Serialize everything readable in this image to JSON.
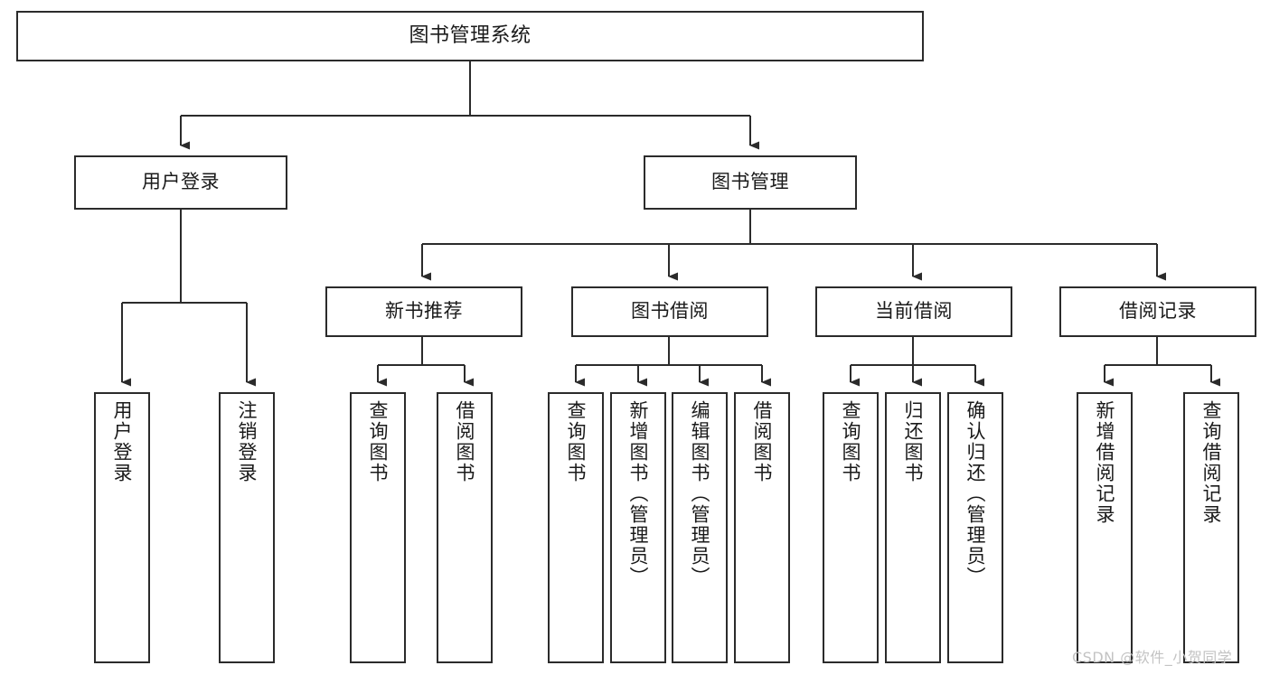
{
  "diagram": {
    "title": "图书管理系统",
    "type": "tree-hierarchy",
    "orientation": "top-down",
    "line_color": "#2b2b2b",
    "box_fill": "#ffffff",
    "text_color": "#1a1a1a"
  },
  "nodes": {
    "root": {
      "label": "图书管理系统"
    },
    "level2": [
      {
        "id": "user-login",
        "label": "用户登录"
      },
      {
        "id": "book-manage",
        "label": "图书管理"
      }
    ],
    "level3": [
      {
        "id": "new-book-rec",
        "label": "新书推荐"
      },
      {
        "id": "book-borrow",
        "label": "图书借阅"
      },
      {
        "id": "current-borrow",
        "label": "当前借阅"
      },
      {
        "id": "borrow-record",
        "label": "借阅记录"
      }
    ],
    "leaves": [
      {
        "id": "user-login-leaf",
        "label": "用户登录",
        "parent": "user-login"
      },
      {
        "id": "logout-leaf",
        "label": "注销登录",
        "parent": "user-login"
      },
      {
        "id": "query-book-rec",
        "label": "查询图书",
        "parent": "new-book-rec"
      },
      {
        "id": "borrow-book-rec",
        "label": "借阅图书",
        "parent": "new-book-rec"
      },
      {
        "id": "query-book-borrow",
        "label": "查询图书",
        "parent": "book-borrow"
      },
      {
        "id": "add-book-admin",
        "label": "新增图书（管理员）",
        "parent": "book-borrow"
      },
      {
        "id": "edit-book-admin",
        "label": "编辑图书（管理员）",
        "parent": "book-borrow"
      },
      {
        "id": "borrow-book",
        "label": "借阅图书",
        "parent": "book-borrow"
      },
      {
        "id": "query-book-current",
        "label": "查询图书",
        "parent": "current-borrow"
      },
      {
        "id": "return-book",
        "label": "归还图书",
        "parent": "current-borrow"
      },
      {
        "id": "confirm-return-admin",
        "label": "确认归还（管理员）",
        "parent": "current-borrow"
      },
      {
        "id": "add-borrow-record",
        "label": "新增借阅记录",
        "parent": "borrow-record"
      },
      {
        "id": "query-borrow-record",
        "label": "查询借阅记录",
        "parent": "borrow-record"
      }
    ]
  },
  "watermark": {
    "text": "CSDN @软件_小贺同学"
  }
}
